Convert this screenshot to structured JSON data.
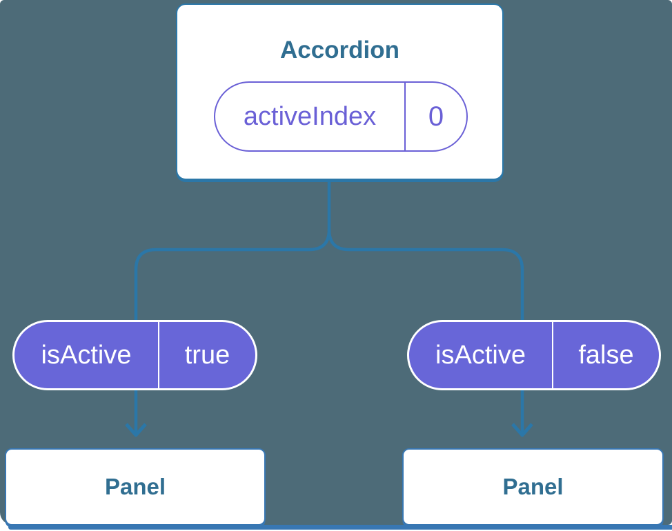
{
  "colors": {
    "bg": "#4D6B78",
    "stroke-blue": "#2B77A8",
    "panel-stroke": "#3877B3",
    "heading": "#306E91",
    "purple": "#6A60D6",
    "pill-fill": "#6866D8",
    "pill-text": "#FFFFFF",
    "page": "#FFFFFF"
  },
  "tree": {
    "root": {
      "title": "Accordion",
      "pill": {
        "label": "activeIndex",
        "value": "0"
      }
    },
    "children": [
      {
        "pill": {
          "label": "isActive",
          "value": "true"
        },
        "title": "Panel"
      },
      {
        "pill": {
          "label": "isActive",
          "value": "false"
        },
        "title": "Panel"
      }
    ]
  }
}
